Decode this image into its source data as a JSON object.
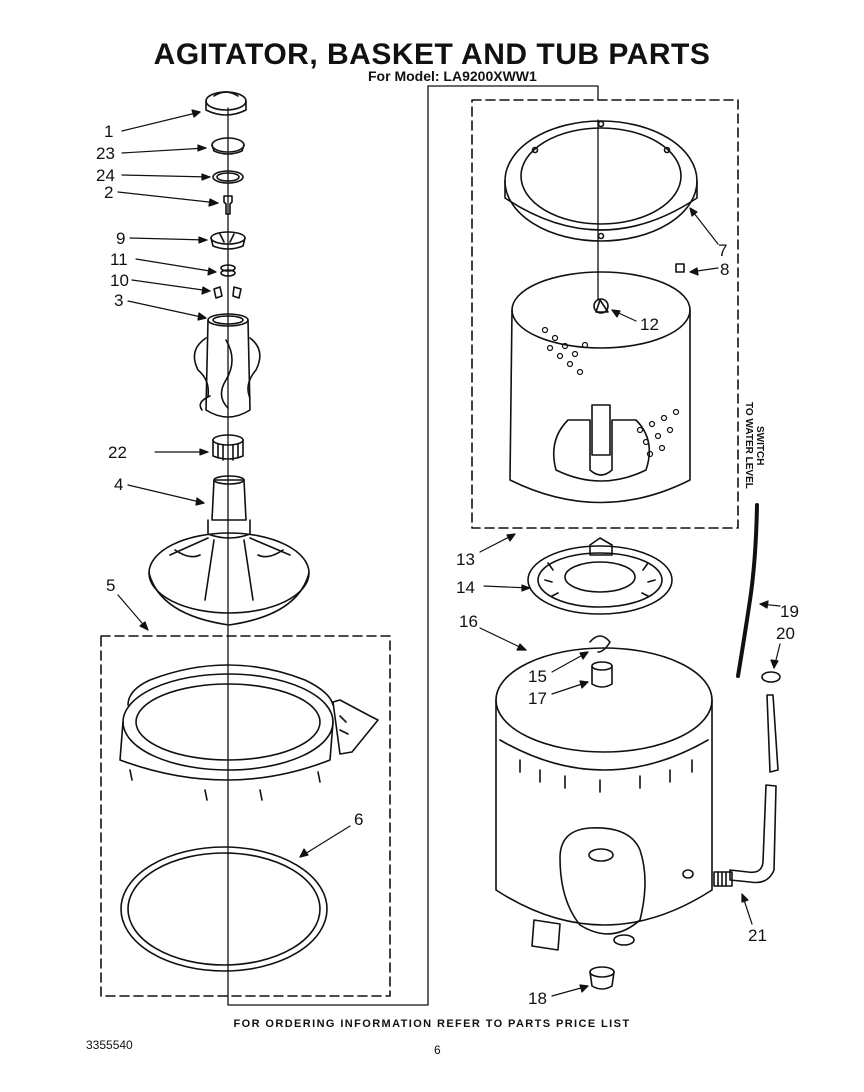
{
  "header": {
    "title": "AGITATOR, BASKET AND TUB PARTS",
    "model_line": "For Model: LA9200XWW1"
  },
  "callouts": {
    "c1": "1",
    "c23": "23",
    "c24": "24",
    "c2": "2",
    "c9": "9",
    "c11": "11",
    "c10": "10",
    "c3": "3",
    "c22": "22",
    "c4": "4",
    "c5": "5",
    "c6": "6",
    "c7": "7",
    "c8": "8",
    "c12": "12",
    "c13": "13",
    "c14": "14",
    "c16": "16",
    "c15": "15",
    "c17": "17",
    "c18": "18",
    "c19": "19",
    "c20": "20",
    "c21": "21"
  },
  "side_label": {
    "line1": "TO WATER LEVEL",
    "line2": "SWITCH"
  },
  "footer": {
    "ordering_note": "FOR ORDERING INFORMATION REFER TO PARTS PRICE LIST",
    "document_number": "3355540",
    "page_number": "6"
  }
}
